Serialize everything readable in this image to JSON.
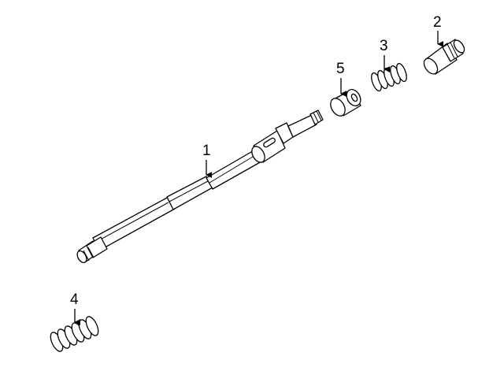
{
  "callouts": {
    "part1": "1",
    "part2": "2",
    "part3": "3",
    "part4": "4",
    "part5": "5"
  },
  "icons": {
    "shaft": "steering-shaft-icon",
    "bearing": "bearing-icon",
    "spring_upper": "coil-spring-icon",
    "spring_lower": "coil-spring-icon",
    "bushing": "bushing-icon"
  }
}
